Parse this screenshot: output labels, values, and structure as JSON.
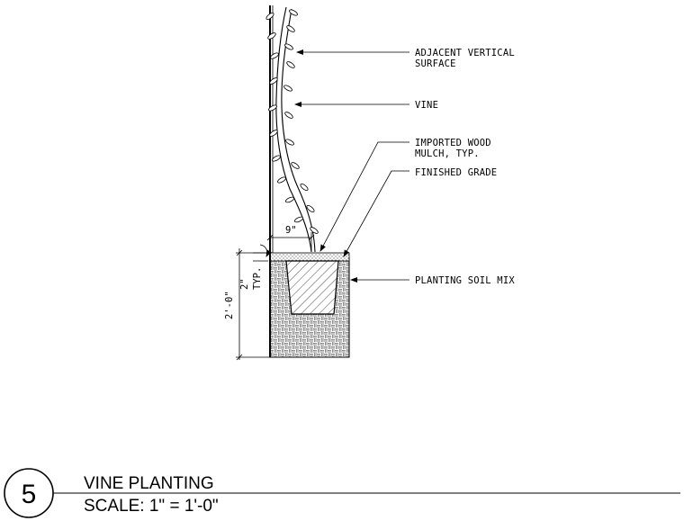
{
  "callouts": {
    "adjacent_surface": [
      "ADJACENT VERTICAL",
      "SURFACE"
    ],
    "vine": "VINE",
    "mulch": [
      "IMPORTED WOOD",
      "MULCH, TYP."
    ],
    "finished_grade": "FINISHED GRADE",
    "soil_mix": "PLANTING SOIL MIX"
  },
  "dimensions": {
    "offset": "9\"",
    "mulch_depth": "2\"",
    "mulch_typ": "TYP.",
    "depth": "2'-0\""
  },
  "title_block": {
    "detail_number": "5",
    "title": "VINE PLANTING",
    "scale": "SCALE: 1\" = 1'-0\""
  }
}
